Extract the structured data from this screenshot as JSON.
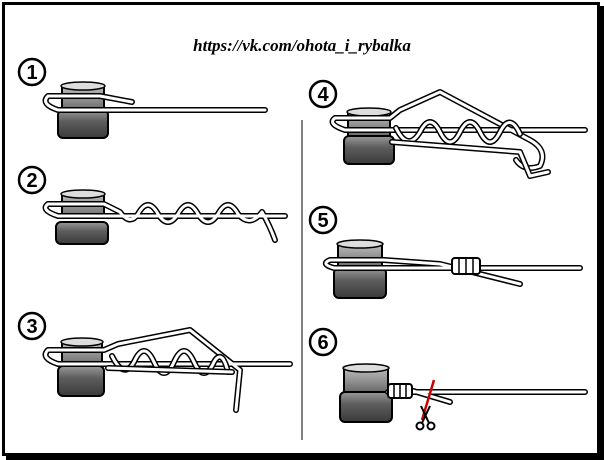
{
  "header": {
    "url": "https://vk.com/ohota_i_rybalka"
  },
  "steps": [
    {
      "number": "1"
    },
    {
      "number": "2"
    },
    {
      "number": "3"
    },
    {
      "number": "4"
    },
    {
      "number": "5"
    },
    {
      "number": "6"
    }
  ],
  "colors": {
    "ink": "#000000",
    "cut_mark": "#cc0000",
    "spool_shade": "#777777"
  }
}
